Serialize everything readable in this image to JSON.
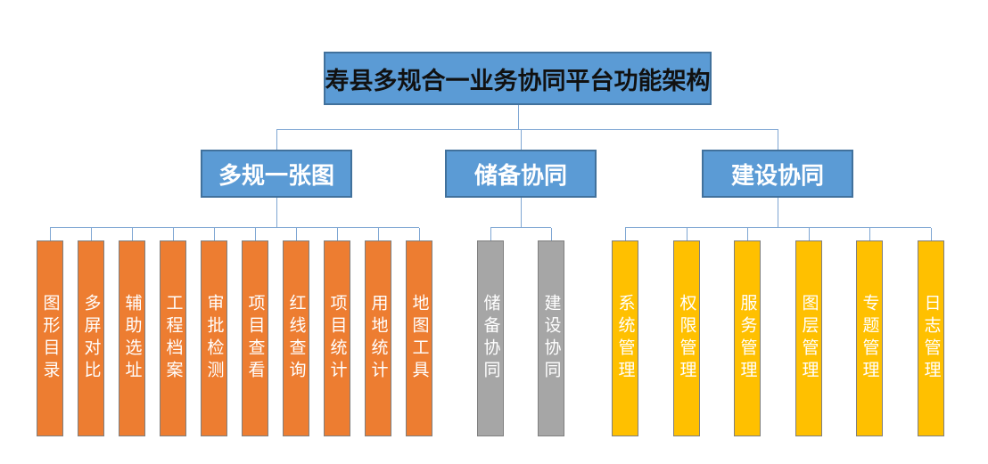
{
  "title": "寿县多规合一业务协同平台功能架构",
  "colors": {
    "box_blue": "#5B9BD5",
    "box_blue_border": "#41719C",
    "bar_orange": "#ED7D31",
    "bar_gray": "#A6A6A6",
    "bar_yellow": "#FFC000",
    "bar_border": "#7F7F7F",
    "connector": "#7EA6D3",
    "title_text": "#111111",
    "branch_text": "#FFFFFF",
    "bar_text": "#FFFFFF"
  },
  "groups": [
    {
      "label": "多规一张图",
      "bar_color": "#ED7D31",
      "items": [
        "图形目录",
        "多屏对比",
        "辅助选址",
        "工程档案",
        "审批检测",
        "项目查看",
        "红线查询",
        "项目统计",
        "用地统计",
        "地图工具"
      ]
    },
    {
      "label": "储备协同",
      "bar_color": "#A6A6A6",
      "items": [
        "储备协同",
        "建设协同"
      ]
    },
    {
      "label": "建设协同",
      "bar_color": "#FFC000",
      "items": [
        "系统管理",
        "权限管理",
        "服务管理",
        "图层管理",
        "专题管理",
        "日志管理"
      ]
    }
  ]
}
